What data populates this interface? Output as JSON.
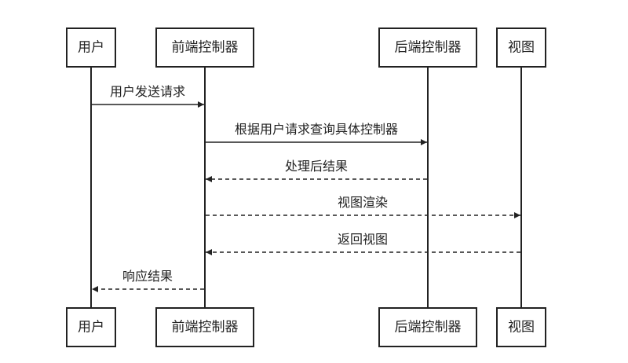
{
  "diagram": {
    "type": "sequence",
    "participants": [
      {
        "id": "user",
        "label": "用户"
      },
      {
        "id": "front",
        "label": "前端控制器"
      },
      {
        "id": "back",
        "label": "后端控制器"
      },
      {
        "id": "view",
        "label": "视图"
      }
    ],
    "messages": [
      {
        "from": "user",
        "to": "front",
        "label": "用户发送请求",
        "style": "solid"
      },
      {
        "from": "front",
        "to": "back",
        "label": "根据用户请求查询具体控制器",
        "style": "solid"
      },
      {
        "from": "back",
        "to": "front",
        "label": "处理后结果",
        "style": "dashed"
      },
      {
        "from": "front",
        "to": "view",
        "label": "视图渲染",
        "style": "dashed"
      },
      {
        "from": "view",
        "to": "front",
        "label": "返回视图",
        "style": "dashed"
      },
      {
        "from": "front",
        "to": "user",
        "label": "响应结果",
        "style": "dashed"
      }
    ]
  }
}
